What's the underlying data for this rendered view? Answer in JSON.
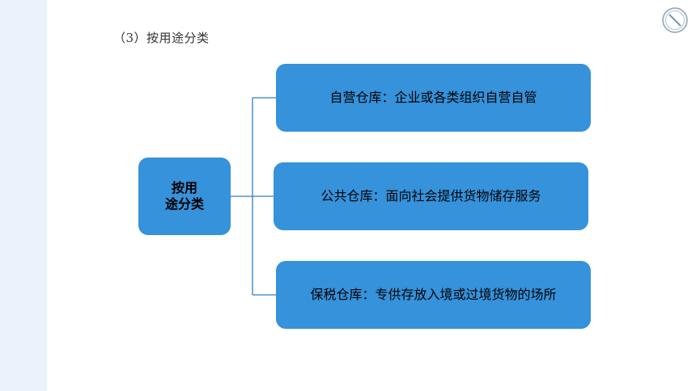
{
  "heading": "（3）按用途分类",
  "root": {
    "line1": "按用",
    "line2": "途分类"
  },
  "branches": [
    {
      "text": "自营仓库：企业或各类组织自营自管"
    },
    {
      "text": "公共仓库：面向社会提供货物储存服务"
    },
    {
      "text": "保税仓库：专供存放入境或过境货物的场所"
    }
  ],
  "colors": {
    "box_fill": "#3592db",
    "connector": "#2f7fc1",
    "left_band": "#eaf2fb"
  },
  "icons": {
    "corner": "circle-slash-badge-icon"
  }
}
